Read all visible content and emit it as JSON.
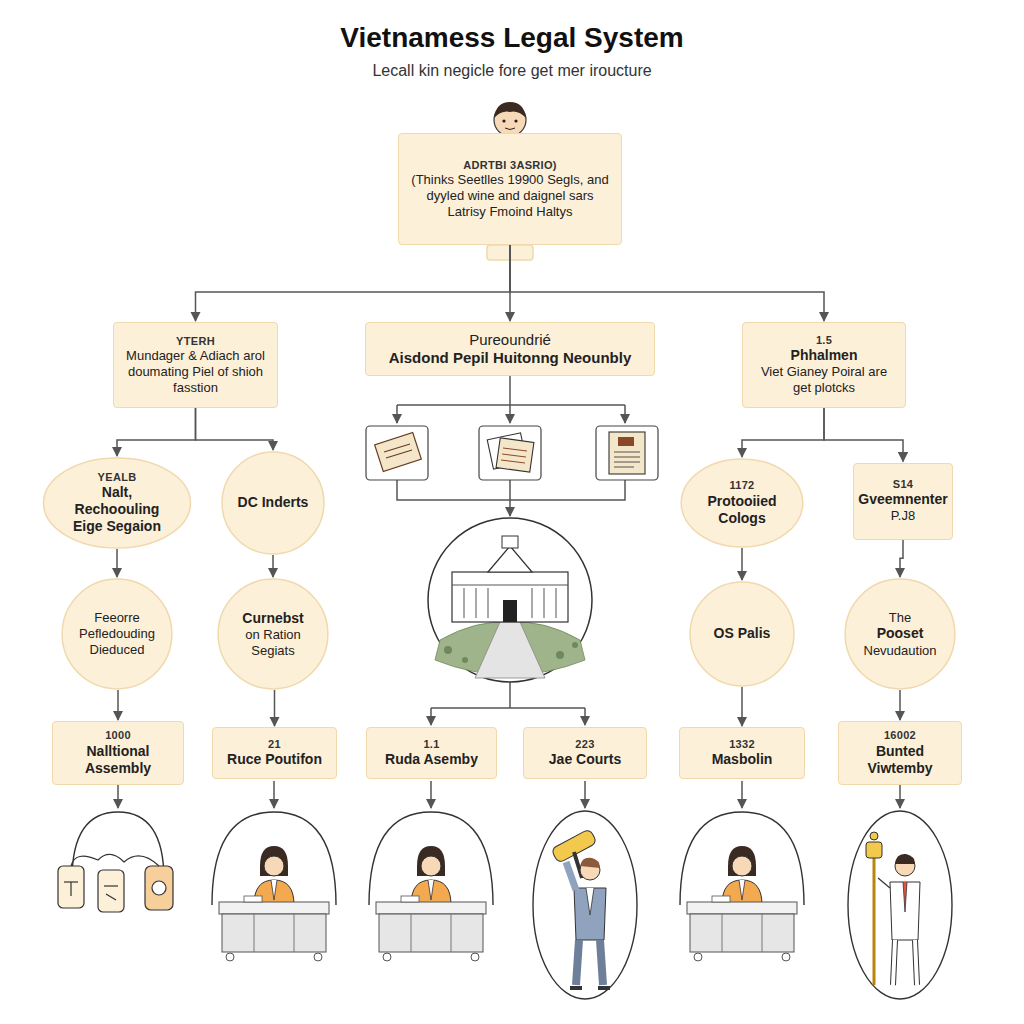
{
  "diagram": {
    "title": "Vietnamess Legal System",
    "nodes": [
      {
        "text": [
          "ADRTBI 3ASRIO)",
          "(Thinks Seetlles 19900 Segls, and dyyled wine and daignel sars Latrisy Fmoind Haltys"
        ]
      },
      {
        "text": [
          "YTERH",
          "Mundager & Adiach arol doumating Piel of shioh fasstion"
        ]
      },
      {
        "text": [
          "Pureoundrié",
          "Aisdond Pepil Huitonng Neounbly"
        ]
      },
      {
        "text": [
          "1.5",
          "Phhalmen",
          "Viet Gianey Poiral are get plotcks"
        ]
      },
      {
        "text": [
          "YEALB",
          "Nalt, Rechoouling Eige Segaion"
        ]
      },
      {
        "text": [
          "DC Inderts"
        ]
      },
      {
        "text": [
          "1172",
          "Protooiied Cologs"
        ]
      },
      {
        "text": [
          "S14",
          "Gveemnenter",
          "P.J8"
        ]
      },
      {
        "text": [
          "Feeorre Pefledouding Dieduced"
        ]
      },
      {
        "text": [
          "Curnebst",
          "on Ration Segiats"
        ]
      },
      {
        "text": [
          "OS Palis"
        ]
      },
      {
        "text": [
          "The",
          "Pooset",
          "Nevudaution"
        ]
      },
      {
        "text": [
          "1000",
          "Nalltional Assembly"
        ]
      },
      {
        "text": [
          "21",
          "Ruce Poutifon"
        ]
      },
      {
        "text": [
          "1.1",
          "Ruda Asemby"
        ]
      },
      {
        "text": [
          "223",
          "Jae Courts"
        ]
      },
      {
        "text": [
          "1332",
          "Masbolin"
        ]
      },
      {
        "text": [
          "16002",
          "Bunted Viwtemby"
        ]
      }
    ],
    "edges": [
      {
        "from": 0,
        "to": 1,
        "arrow": "to"
      },
      {
        "from": 0,
        "to": 2,
        "arrow": "to"
      },
      {
        "from": 0,
        "to": 3,
        "arrow": "to"
      },
      {
        "from": 1,
        "to": 4,
        "arrow": "to"
      },
      {
        "from": 1,
        "to": 5,
        "arrow": "to"
      },
      {
        "from": 3,
        "to": 6,
        "arrow": "to"
      },
      {
        "from": 3,
        "to": 7,
        "arrow": "to"
      },
      {
        "from": 4,
        "to": 8,
        "arrow": "to"
      },
      {
        "from": 5,
        "to": 9,
        "arrow": "to"
      },
      {
        "from": 6,
        "to": 10,
        "arrow": "to"
      },
      {
        "from": 7,
        "to": 11,
        "arrow": "to"
      },
      {
        "from": 8,
        "to": 12,
        "arrow": "to"
      },
      {
        "from": 9,
        "to": 13,
        "arrow": "to"
      },
      {
        "from": 10,
        "to": 16,
        "arrow": "to"
      },
      {
        "from": 11,
        "to": 17,
        "arrow": "to"
      }
    ],
    "labels": [
      "Lecall kin negicle fore get mer iroucture"
    ]
  }
}
